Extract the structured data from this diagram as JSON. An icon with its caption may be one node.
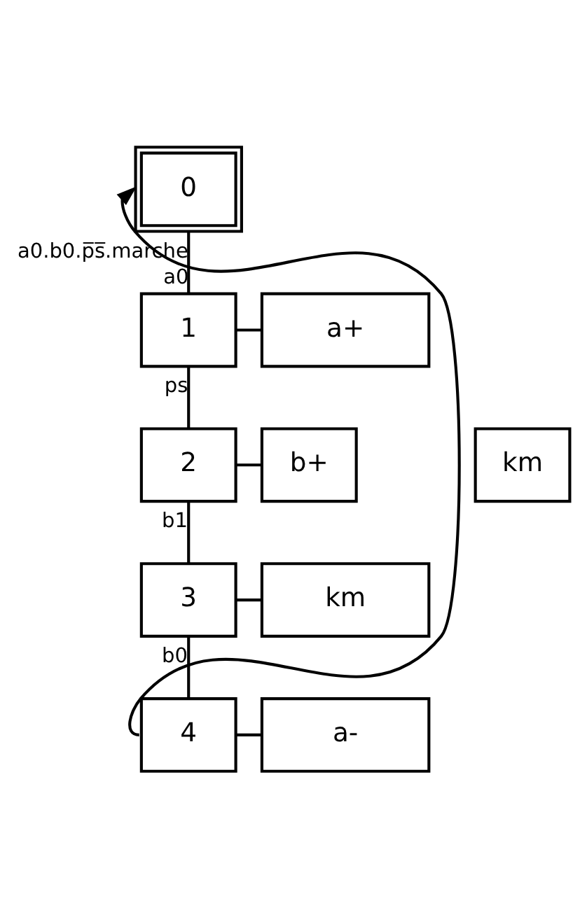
{
  "diagram": {
    "nodes": [
      {
        "text": [
          "0"
        ]
      },
      {
        "text": [
          "1"
        ]
      },
      {
        "text": [
          "a+"
        ]
      },
      {
        "text": [
          "2"
        ]
      },
      {
        "text": [
          "b+"
        ]
      },
      {
        "text": [
          "km"
        ]
      },
      {
        "text": [
          "3"
        ]
      },
      {
        "text": [
          "km"
        ]
      },
      {
        "text": [
          "4"
        ]
      },
      {
        "text": [
          "a-"
        ]
      }
    ],
    "edges": [
      {
        "from": 0,
        "to": 1,
        "arrow": "none",
        "label": "a0.b0.p̅s̅.marche"
      },
      {
        "from": 1,
        "to": 2,
        "arrow": "none"
      },
      {
        "from": 1,
        "to": 3,
        "arrow": "none",
        "label": "ps"
      },
      {
        "from": 3,
        "to": 4,
        "arrow": "none"
      },
      {
        "from": 3,
        "to": 6,
        "arrow": "none",
        "label": "b1"
      },
      {
        "from": 6,
        "to": 7,
        "arrow": "none"
      },
      {
        "from": 6,
        "to": 8,
        "arrow": "none",
        "label": "b0"
      },
      {
        "from": 8,
        "to": 9,
        "arrow": "none"
      },
      {
        "from": 8,
        "to": 0,
        "arrow": "to",
        "label": "a0"
      }
    ]
  }
}
